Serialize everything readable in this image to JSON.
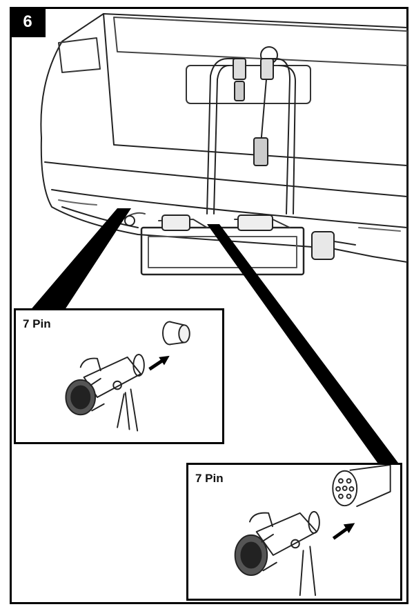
{
  "step": {
    "number": "6"
  },
  "detail_top": {
    "label": "7 Pin"
  },
  "detail_bottom": {
    "label": "7 Pin"
  }
}
